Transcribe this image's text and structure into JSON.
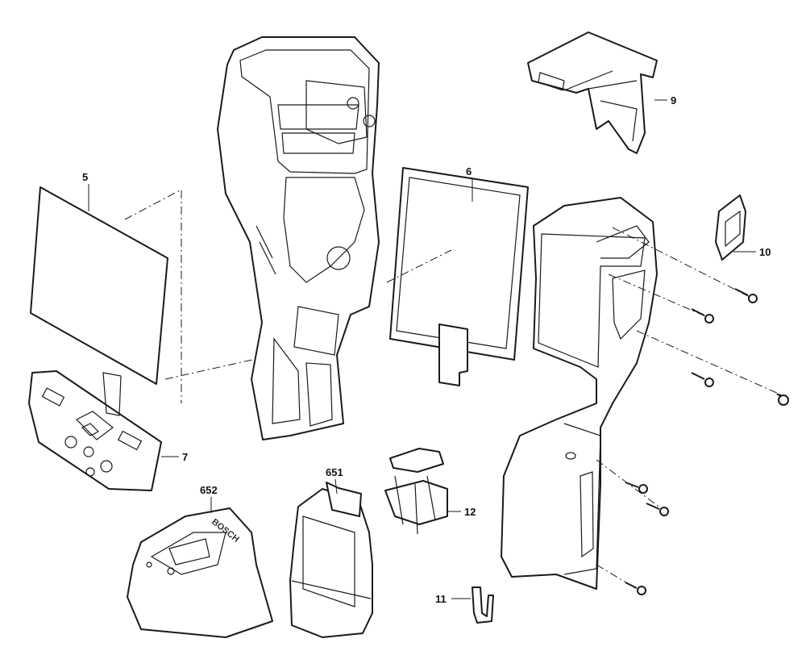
{
  "diagram": {
    "callouts": {
      "p5": "5",
      "p6": "6",
      "p7": "7",
      "p9": "9",
      "p10": "10",
      "p11": "11",
      "p12": "12",
      "p651": "651",
      "p652": "652"
    },
    "charger_brand": "BOSCH"
  }
}
